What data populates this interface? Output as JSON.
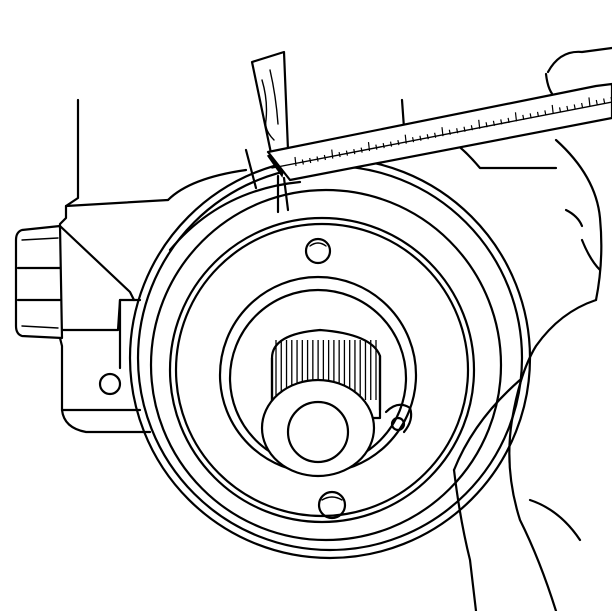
{
  "diagram": {
    "kind": "line-art technical illustration",
    "colors": {
      "ink": "#000000",
      "paper": "#ffffff"
    },
    "ruler": {
      "tick_count": 44
    },
    "spline": {
      "tooth_count": 20
    }
  }
}
